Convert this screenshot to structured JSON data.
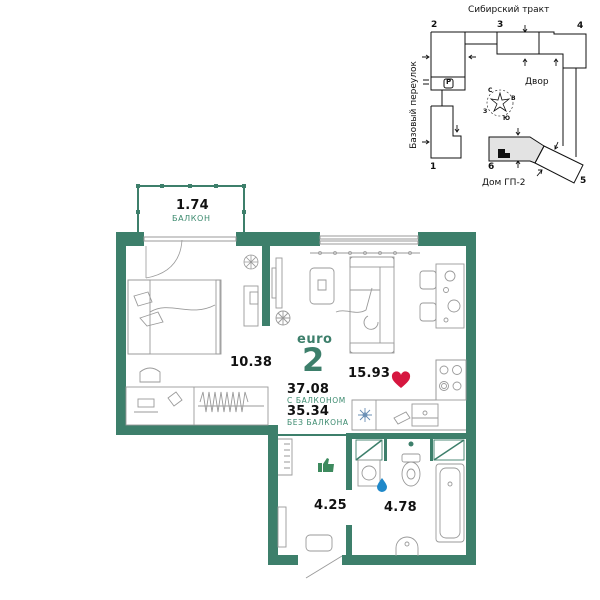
{
  "apartment": {
    "type_label": "euro",
    "rooms": "2",
    "total_with_balcony": "37.08",
    "with_balcony_label": "С БАЛКОНОМ",
    "total_without_balcony": "35.34",
    "without_balcony_label": "БЕЗ БАЛКОНА",
    "rooms_areas": [
      {
        "name": "balcony",
        "area": "1.74",
        "label": "БАЛКОН"
      },
      {
        "name": "bedroom",
        "area": "10.38"
      },
      {
        "name": "living-kitchen",
        "area": "15.93"
      },
      {
        "name": "hallway",
        "area": "4.25"
      },
      {
        "name": "bathroom",
        "area": "4.78"
      }
    ]
  },
  "site_plan": {
    "street_top": "Сибирский тракт",
    "street_left": "Базовый переулок",
    "yard_label": "Двор",
    "house_label": "Дом ГП-2",
    "parking_label": "P",
    "compass": {
      "n": "С",
      "e": "В",
      "s": "Ю",
      "w": "З"
    },
    "section_numbers": [
      "1",
      "2",
      "3",
      "4",
      "5",
      "6"
    ]
  },
  "icons": {
    "favorite": "heart-icon",
    "recommended": "thumbs-up-icon",
    "water": "water-drop-icon",
    "ac": "snowflake-icon"
  },
  "colors": {
    "wall": "#3d7f6b",
    "accent_text": "#3b8a6e",
    "heart": "#d6163f",
    "water": "#1f88c9",
    "line": "#9a9a9a"
  }
}
